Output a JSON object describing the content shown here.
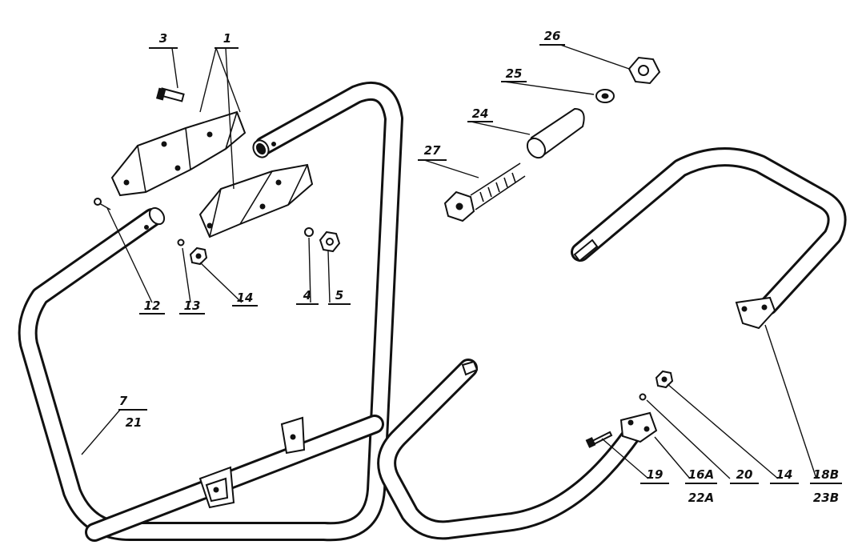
{
  "callouts": {
    "c1": "1",
    "c3": "3",
    "c4": "4",
    "c5": "5",
    "c7": "7",
    "c21": "21",
    "c12": "12",
    "c13": "13",
    "c14a": "14",
    "c14b": "14",
    "c16a": "16A",
    "c22a": "22A",
    "c18b": "18B",
    "c23b": "23B",
    "c19": "19",
    "c20": "20",
    "c24": "24",
    "c25": "25",
    "c26": "26",
    "c27": "27"
  },
  "colors": {
    "ink": "#111111",
    "paper": "#ffffff"
  }
}
